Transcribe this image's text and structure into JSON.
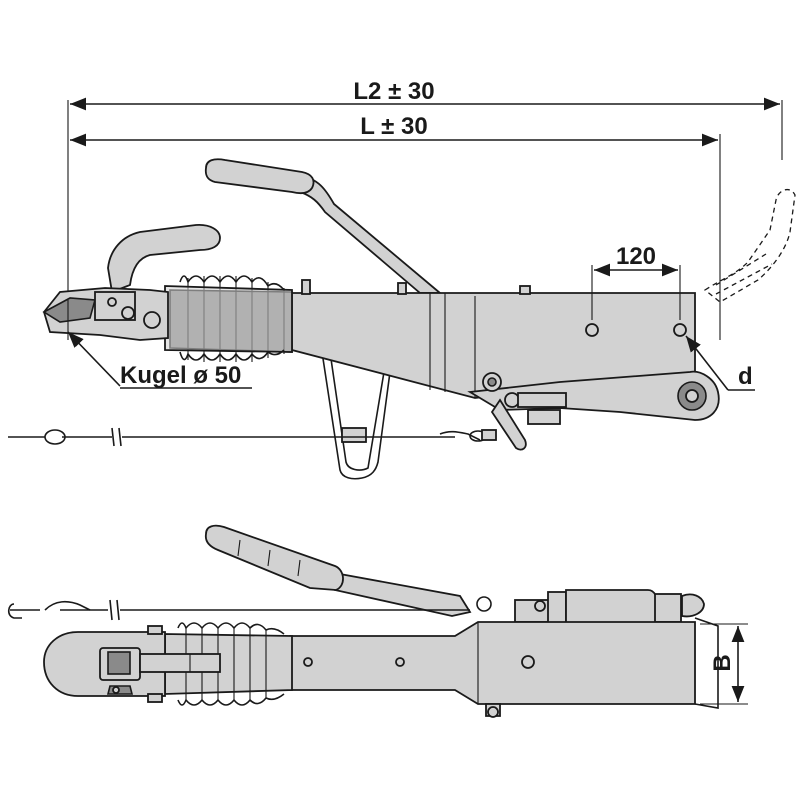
{
  "dimensions": {
    "l2": "L2 ± 30",
    "l": "L ± 30",
    "hole_spacing": "120",
    "hole_diameter": "d",
    "width": "B",
    "ball": "Kugel ø 50"
  },
  "colors": {
    "body_fill": "#d2d2d2",
    "line": "#1a1a1a",
    "dark_part": "#8a8a8a"
  }
}
